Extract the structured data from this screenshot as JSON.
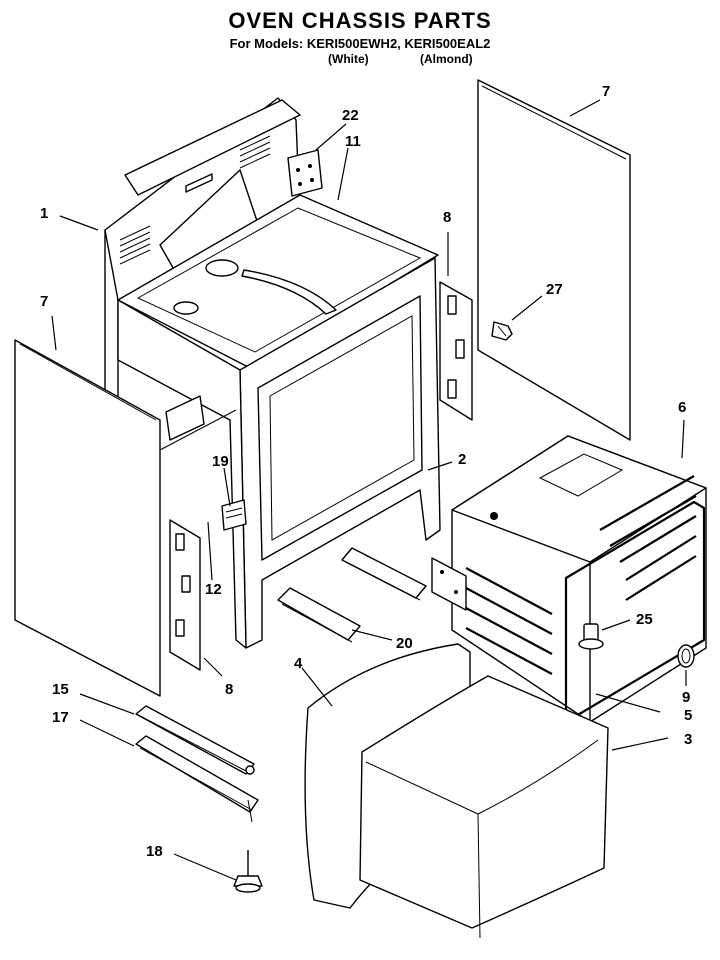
{
  "header": {
    "title": "OVEN CHASSIS PARTS",
    "models_line": "For Models: KERI500EWH2, KERI500EAL2",
    "variant_white": "(White)",
    "variant_almond": "(Almond)"
  },
  "callouts": [
    {
      "id": "1",
      "text": "1"
    },
    {
      "id": "2",
      "text": "2"
    },
    {
      "id": "3",
      "text": "3"
    },
    {
      "id": "4",
      "text": "4"
    },
    {
      "id": "5",
      "text": "5"
    },
    {
      "id": "6",
      "text": "6"
    },
    {
      "id": "7a",
      "text": "7"
    },
    {
      "id": "7b",
      "text": "7"
    },
    {
      "id": "8a",
      "text": "8"
    },
    {
      "id": "8b",
      "text": "8"
    },
    {
      "id": "9",
      "text": "9"
    },
    {
      "id": "11",
      "text": "11"
    },
    {
      "id": "12",
      "text": "12"
    },
    {
      "id": "15",
      "text": "15"
    },
    {
      "id": "17",
      "text": "17"
    },
    {
      "id": "18",
      "text": "18"
    },
    {
      "id": "19",
      "text": "19"
    },
    {
      "id": "20",
      "text": "20"
    },
    {
      "id": "22",
      "text": "22"
    },
    {
      "id": "25",
      "text": "25"
    },
    {
      "id": "27",
      "text": "27"
    }
  ]
}
